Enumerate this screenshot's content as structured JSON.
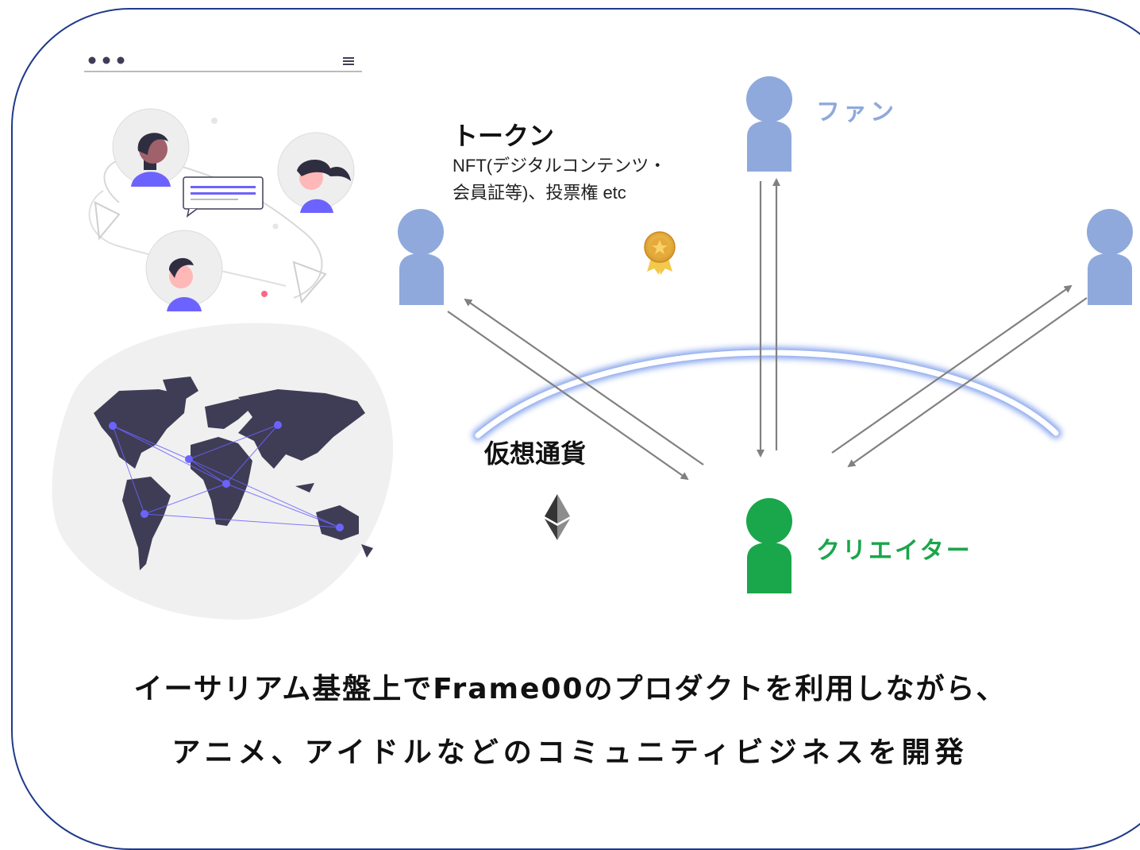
{
  "labels": {
    "token_title": "トークン",
    "token_desc_line1": "NFT(デジタルコンテンツ・",
    "token_desc_line2": "会員証等)、投票権 etc",
    "crypto": "仮想通貨",
    "fan": "ファン",
    "creator": "クリエイター"
  },
  "caption": {
    "line1": "イーサリアム基盤上でFrame00のプロダクトを利用しながら、",
    "line2": "アニメ、アイドルなどのコミュニティビジネスを開発"
  },
  "colors": {
    "frame": "#1f3a8a",
    "fan": "#8fa9dc",
    "creator": "#1aa64a",
    "arrow": "#808080",
    "glow": "#6b8fe8",
    "map_land": "#3f3d56",
    "network": "#6c63ff"
  },
  "icons": [
    "person-icon",
    "medal-icon",
    "ethereum-icon",
    "world-map-illustration",
    "community-chat-illustration"
  ]
}
